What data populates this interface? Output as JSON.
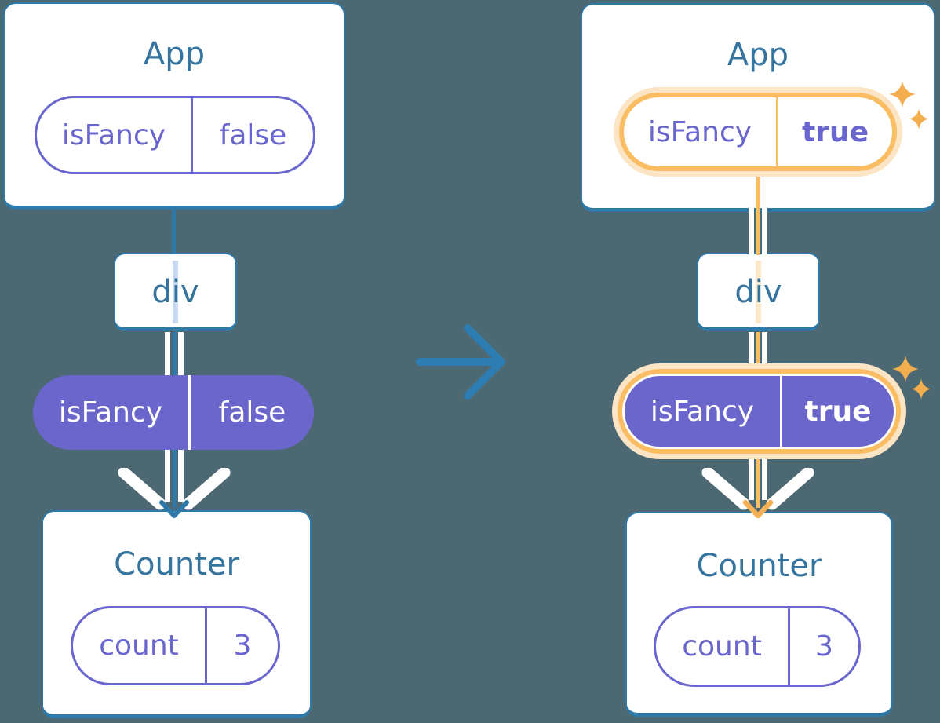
{
  "left": {
    "app": {
      "title": "App"
    },
    "app_prop": {
      "name": "isFancy",
      "value": "false"
    },
    "div": {
      "label": "div"
    },
    "passed_prop": {
      "name": "isFancy",
      "value": "false"
    },
    "counter": {
      "title": "Counter"
    },
    "counter_state": {
      "name": "count",
      "value": "3"
    }
  },
  "right": {
    "app": {
      "title": "App"
    },
    "app_prop": {
      "name": "isFancy",
      "value": "true"
    },
    "div": {
      "label": "div"
    },
    "passed_prop": {
      "name": "isFancy",
      "value": "true"
    },
    "counter": {
      "title": "Counter"
    },
    "counter_state": {
      "name": "count",
      "value": "3"
    }
  },
  "icons": {
    "transition_arrow": "→",
    "sparkle": "✦",
    "flow_arrowhead": "↓",
    "flow_chevron": "⌄"
  },
  "colors": {
    "background": "#4C6872",
    "card_border_teal": "#2E79A8",
    "title_text": "#35749F",
    "purple_fill": "#6A66CB",
    "purple_text_border": "#6966CF",
    "highlight_orange": "#FABD63",
    "highlight_orange_glow": "#FBE5C4",
    "sparkle_orange": "#F3AF4E",
    "transition_arrow_blue": "#2E7DB2",
    "faded_line_left": "#C8D8F0",
    "faded_line_right": "#FCE9C9",
    "flow_white": "#FFFFFF"
  }
}
